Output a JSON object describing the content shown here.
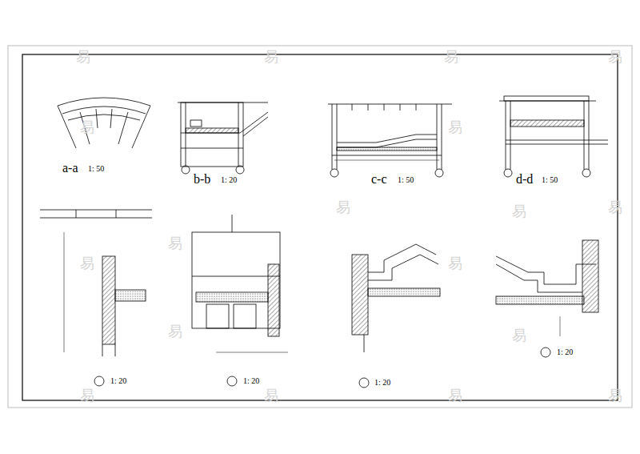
{
  "diagram": {
    "labels": [
      "a-a",
      "1: 50",
      "b-b",
      "1: 20",
      "c-c",
      "1: 50",
      "d-d",
      "1: 50",
      "1: 20",
      "1: 20",
      "1: 20",
      "1: 20",
      "易",
      "易",
      "易",
      "易",
      "易",
      "易",
      "易",
      "易",
      "易",
      "易",
      "易",
      "易",
      "易",
      "易",
      "易",
      "易",
      "易",
      "易"
    ]
  }
}
